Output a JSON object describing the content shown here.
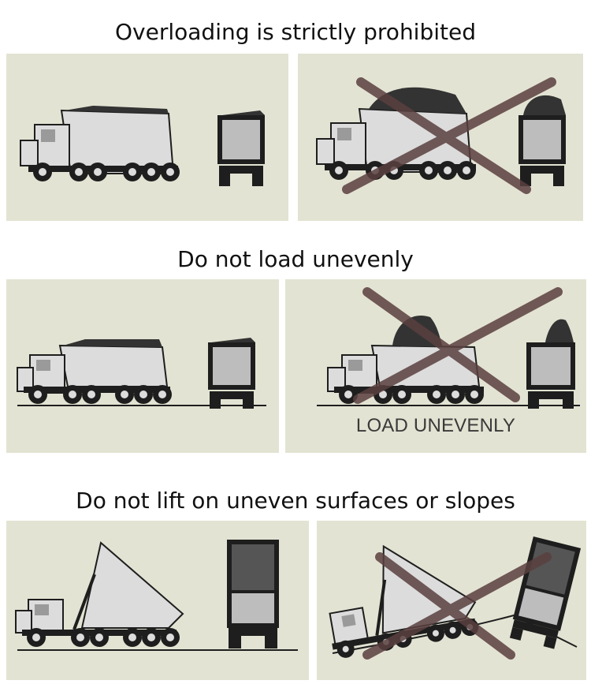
{
  "sections": [
    {
      "heading": "Overloading is strictly prohibited",
      "correct_panel": {
        "load": "normal",
        "body": "level"
      },
      "wrong_panel": {
        "load": "overloaded",
        "body": "level",
        "marked_with_cross": true
      }
    },
    {
      "heading": "Do not load unevenly",
      "correct_panel": {
        "load": "even",
        "body": "level"
      },
      "wrong_panel": {
        "load": "uneven",
        "body": "level",
        "marked_with_cross": true,
        "caption": "LOAD UNEVENLY"
      }
    },
    {
      "heading": "Do not lift on uneven surfaces or slopes",
      "correct_panel": {
        "load": "raised",
        "body": "level-ground"
      },
      "wrong_panel": {
        "load": "raised",
        "body": "tilted-slope",
        "marked_with_cross": true
      }
    }
  ],
  "colors": {
    "panel_background": "#e3e3d3",
    "cross": "#5a3f3f",
    "truck_body": "#dcdcdc",
    "cargo": "#333333",
    "outline": "#1e1e1e"
  }
}
